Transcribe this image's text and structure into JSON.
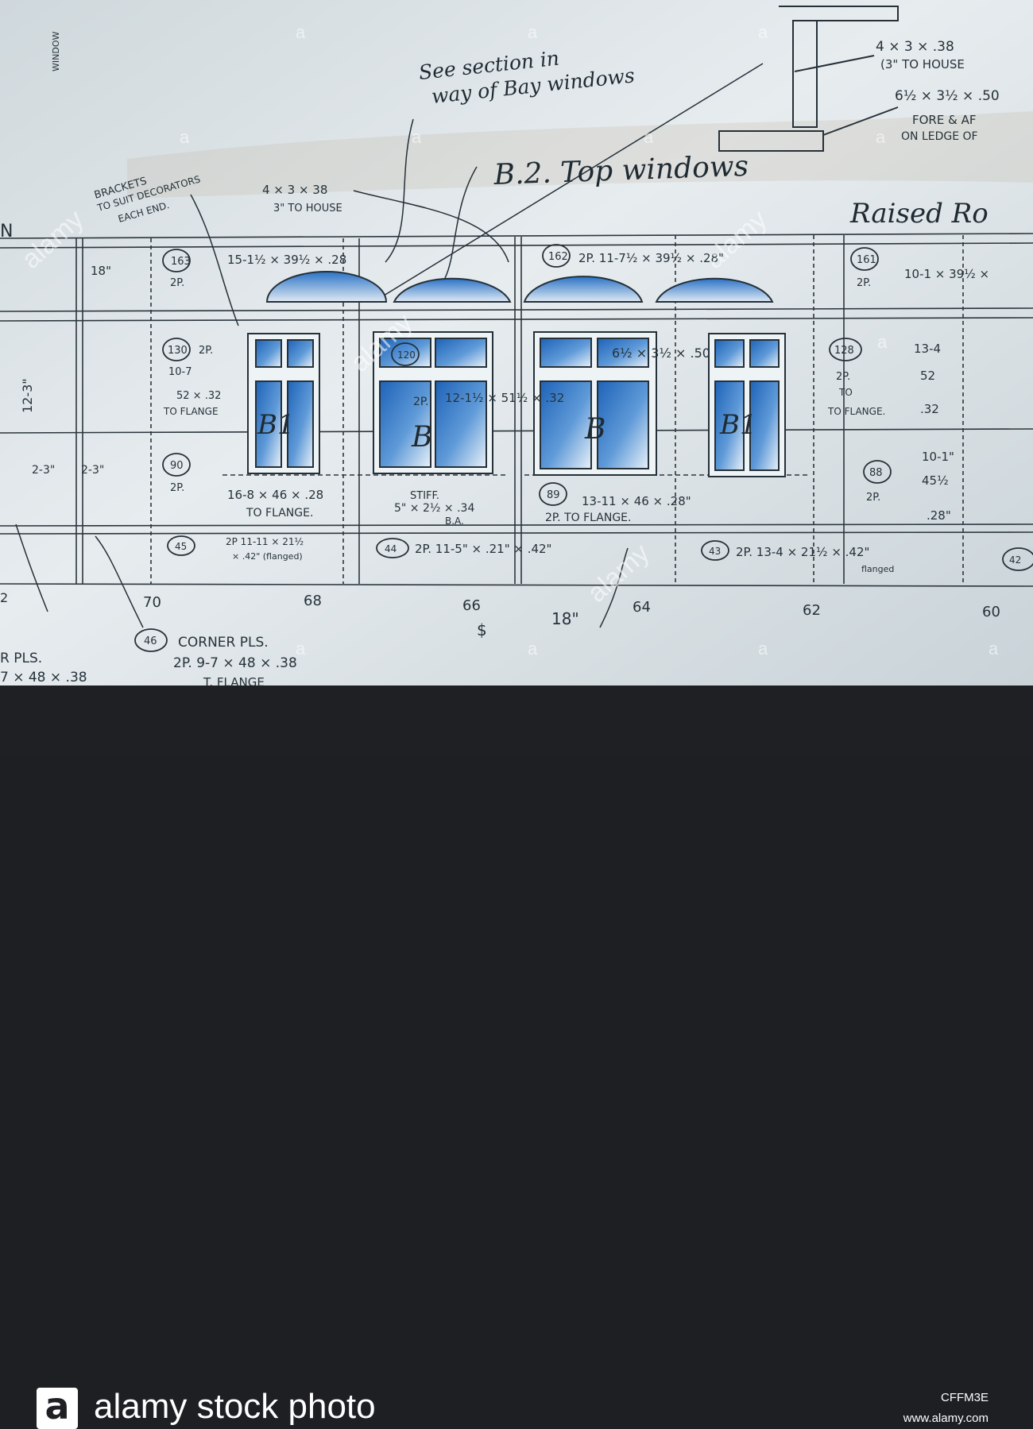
{
  "drawing": {
    "note_see_section": "See section in",
    "note_bay_windows": "way of Bay windows",
    "title_top_windows": "B.2. Top windows",
    "heading_raised": "Raised Ro",
    "brackets_note_1": "BRACKETS",
    "brackets_note_2": "TO SUIT DECORATORS",
    "brackets_note_3": "EACH END.",
    "spec_4x3_a": "4 × 3 × 38",
    "spec_3_house_a": "3\" TO HOUSE",
    "spec_4x3_b": "4 × 3 × .38",
    "spec_3_house_b": "(3\" TO HOUSE",
    "spec_6half": "6½ × 3½ × .50",
    "spec_fore": "FORE & AF",
    "spec_ledge": "ON LEDGE OF",
    "plate_163": "163",
    "plate_162": "162",
    "plate_161": "161",
    "plate_130": "130",
    "plate_128": "128",
    "plate_120": "120",
    "plate_90": "90",
    "plate_89": "89",
    "plate_88": "88",
    "plate_46": "46",
    "plate_45": "45",
    "plate_44": "44",
    "plate_43": "43",
    "plate_42": "42",
    "dim_top_left": "15-1½ × 39½ × .28",
    "dim_top_mid": "2P. 11-7½ × 39½ × .28\"",
    "dim_top_right": "10-1 × 39½ ×",
    "dim_130": "10-7",
    "dim_130b": "52 × .32",
    "dim_130c": "TO FLANGE",
    "dim_2p": "2P.",
    "dim_mid_window": "12-1½ × 51½ × .32",
    "dim_window_mid2": "6½ × 3½ × .50",
    "dim_128": "13-4",
    "dim_128b": "52",
    "dim_128c": ".32",
    "dim_to_flange": "TO FLANGE.",
    "dim_to": "TO",
    "dim_90_row": "16-8 × 46 × .28",
    "dim_to_flange2": "TO FLANGE.",
    "dim_stiff": "STIFF.",
    "dim_stiff2": "5\" × 2½ × .34",
    "dim_ba": "B.A.",
    "dim_89": "13-11 × 46 × .28\"",
    "dim_89b": "2P. TO FLANGE.",
    "dim_88a": "10-1\"",
    "dim_88b": "45½",
    "dim_88c": ".28\"",
    "dim_45": "2P 11-11 × 21½",
    "dim_45b": "× .42\" (flanged)",
    "dim_44": "2P. 11-5\" × .21\" × .42\"",
    "dim_43": "2P. 13-4 × 21½ × .42\"",
    "dim_43b": "flanged",
    "dim_23_a": "2-3\"",
    "dim_23_b": "2-3\"",
    "dim_12_3": "12-3\"",
    "dim_18_top": "18\"",
    "dim_18_bottom": "18\"",
    "window_b1_left": "B1",
    "window_b_a": "B",
    "window_b_b": "B",
    "window_b1_right": "B1",
    "frame_70": "70",
    "frame_68": "68",
    "frame_66": "66",
    "frame_64": "64",
    "frame_62": "62",
    "frame_60": "60",
    "frame_2": "2",
    "corner_plates": "CORNER PLS.",
    "corner_dims": "2P. 9-7 × 48 × .38",
    "corner_flange": "T. FLANGE",
    "left_pls": "R PLS.",
    "left_dims": "7 × 48 × .38",
    "window_vertical": "WINDOW",
    "letter_n": "N",
    "dollar": "$"
  },
  "watermarks": {
    "letter": "a",
    "word": "alamy"
  },
  "footer": {
    "logo_letter": "a",
    "brand": "alamy stock photo",
    "image_id": "CFFM3E",
    "site": "www.alamy.com"
  }
}
